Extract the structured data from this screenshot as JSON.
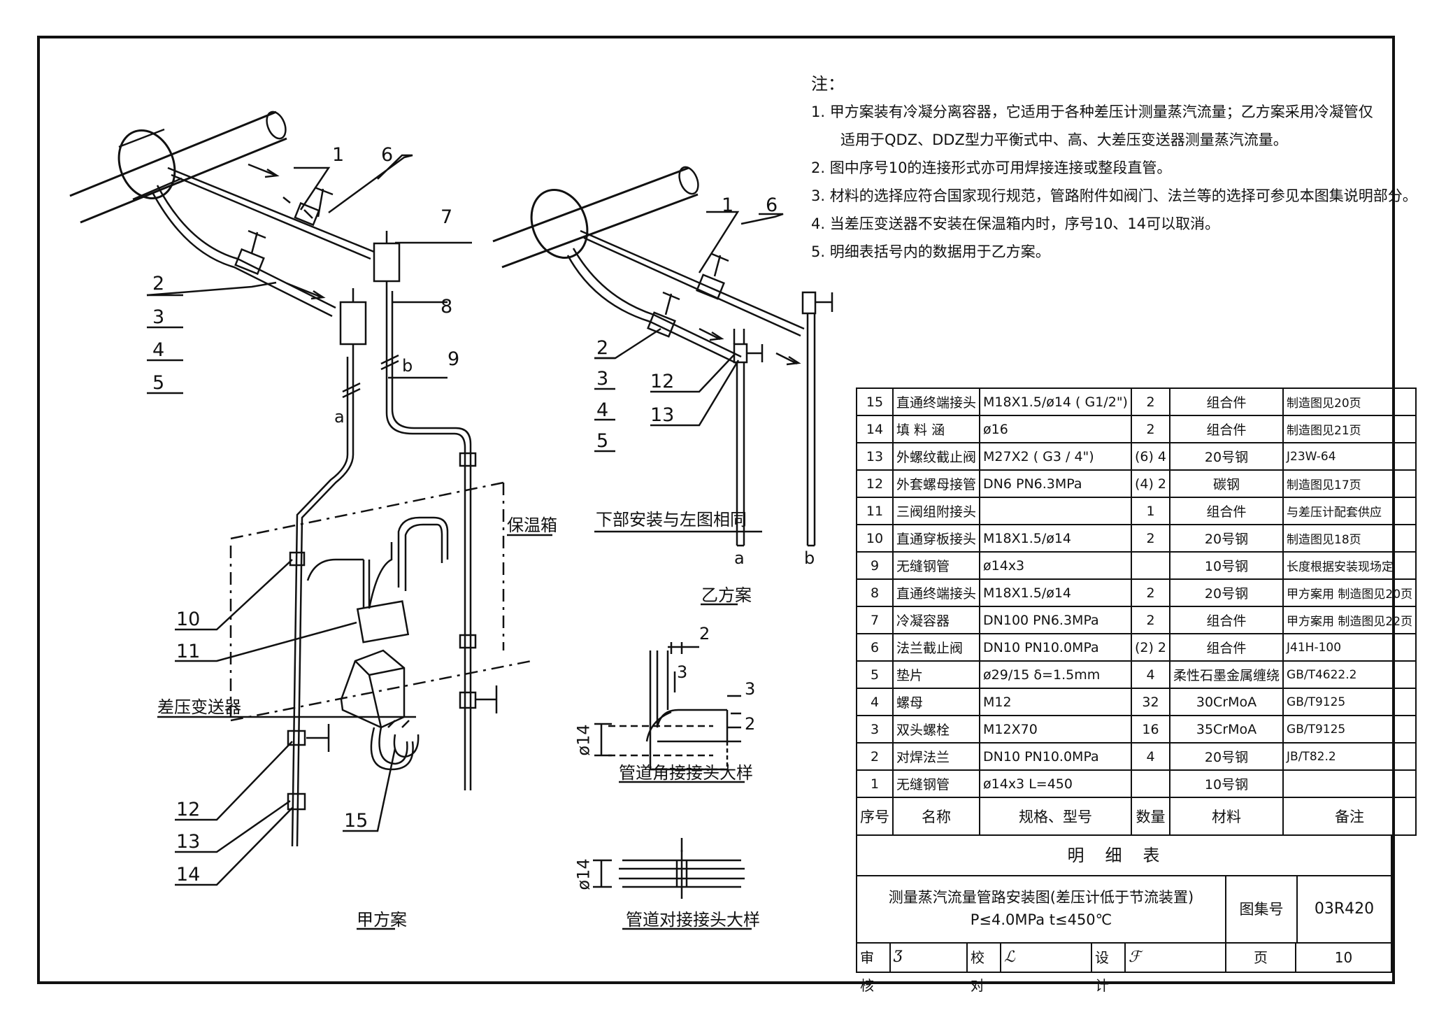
{
  "notes": {
    "title": "注：",
    "items": [
      "1. 甲方案装有冷凝分离容器，它适用于各种差压计测量蒸汽流量；乙方案采用冷凝管仅",
      "适用于QDZ、DDZ型力平衡式中、高、大差压变送器测量蒸汽流量。",
      "2. 图中序号10的连接形式亦可用焊接连接或整段直管。",
      "3. 材料的选择应符合国家现行规范，管路附件如阀门、法兰等的选择可参见本图集说明部分。",
      "4. 当差压变送器不安装在保温箱内时，序号10、14可以取消。",
      "5. 明细表括号内的数据用于乙方案。"
    ]
  },
  "labels": {
    "l1a": "1",
    "l6a": "6",
    "l7": "7",
    "l8": "8",
    "l9": "9",
    "l2a": "2",
    "l3a": "3",
    "l4a": "4",
    "l5a": "5",
    "la": "a",
    "lb": "b",
    "insulation_box": "保温箱",
    "l10": "10",
    "l11": "11",
    "dp_transmitter": "差压变送器",
    "l12a": "12",
    "l13a": "13",
    "l14": "14",
    "l15": "15",
    "plan_a": "甲方案",
    "l1b": "1",
    "l6b": "6",
    "l2b": "2",
    "l3b": "3",
    "l4b": "4",
    "l5b": "5",
    "l12b": "12",
    "l13b": "13",
    "lower_same": "下部安装与左图相同",
    "la2": "a",
    "lb2": "b",
    "plan_b": "乙方案",
    "dim2": "2",
    "dim3a": "3",
    "dim3b": "3",
    "dim2b": "2",
    "phi14a": "ø14",
    "corner_detail": "管道角接接头大样",
    "phi14b": "ø14",
    "butt_detail": "管道对接接头大样"
  },
  "parts": {
    "header": {
      "no": "序号",
      "name": "名称",
      "spec": "规格、型号",
      "qty": "数量",
      "material": "材料",
      "remark": "备注"
    },
    "rows": [
      {
        "no": "15",
        "name": "直通终端接头",
        "spec": "M18X1.5/ø14 ( G1/2\")",
        "qty": "2",
        "material": "组合件",
        "remark": "制造图见20页"
      },
      {
        "no": "14",
        "name": "填 料 涵",
        "spec": "ø16",
        "qty": "2",
        "material": "组合件",
        "remark": "制造图见21页"
      },
      {
        "no": "13",
        "name": "外螺纹截止阀",
        "spec": "M27X2 ( G3 / 4\")",
        "qty": "(6) 4",
        "material": "20号钢",
        "remark": "J23W-64"
      },
      {
        "no": "12",
        "name": "外套螺母接管",
        "spec": "DN6    PN6.3MPa",
        "qty": "(4) 2",
        "material": "碳钢",
        "remark": "制造图见17页"
      },
      {
        "no": "11",
        "name": "三阀组附接头",
        "spec": "",
        "qty": "1",
        "material": "组合件",
        "remark": "与差压计配套供应"
      },
      {
        "no": "10",
        "name": "直通穿板接头",
        "spec": "M18X1.5/ø14",
        "qty": "2",
        "material": "20号钢",
        "remark": "制造图见18页"
      },
      {
        "no": "9",
        "name": "无缝钢管",
        "spec": "ø14x3",
        "qty": "",
        "material": "10号钢",
        "remark": "长度根据安装现场定"
      },
      {
        "no": "8",
        "name": "直通终端接头",
        "spec": "M18X1.5/ø14",
        "qty": "2",
        "material": "20号钢",
        "remark": "甲方案用 制造图见20页"
      },
      {
        "no": "7",
        "name": "冷凝容器",
        "spec": "DN100   PN6.3MPa",
        "qty": "2",
        "material": "组合件",
        "remark": "甲方案用 制造图见22页"
      },
      {
        "no": "6",
        "name": "法兰截止阀",
        "spec": "DN10   PN10.0MPa",
        "qty": "(2) 2",
        "material": "组合件",
        "remark": "J41H-100"
      },
      {
        "no": "5",
        "name": "垫片",
        "spec": "ø29/15    δ=1.5mm",
        "qty": "4",
        "material": "柔性石墨金属缠绕",
        "remark": "GB/T4622.2"
      },
      {
        "no": "4",
        "name": "螺母",
        "spec": "M12",
        "qty": "32",
        "material": "30CrMoA",
        "remark": "GB/T9125"
      },
      {
        "no": "3",
        "name": "双头螺栓",
        "spec": "M12X70",
        "qty": "16",
        "material": "35CrMoA",
        "remark": "GB/T9125"
      },
      {
        "no": "2",
        "name": "对焊法兰",
        "spec": "DN10   PN10.0MPa",
        "qty": "4",
        "material": "20号钢",
        "remark": "JB/T82.2"
      },
      {
        "no": "1",
        "name": "无缝钢管",
        "spec": "ø14x3    L=450",
        "qty": "",
        "material": "10号钢",
        "remark": ""
      }
    ]
  },
  "title_block": {
    "table_title": "明细表",
    "drawing_title": "测量蒸汽流量管路安装图(差压计低于节流装置)",
    "conditions": "P≤4.0MPa   t≤450℃",
    "atlas_label": "图集号",
    "atlas_no": "03R420",
    "review_label": "审核",
    "check_label": "校对",
    "design_label": "设计",
    "page_label": "页",
    "page_no": "10"
  }
}
